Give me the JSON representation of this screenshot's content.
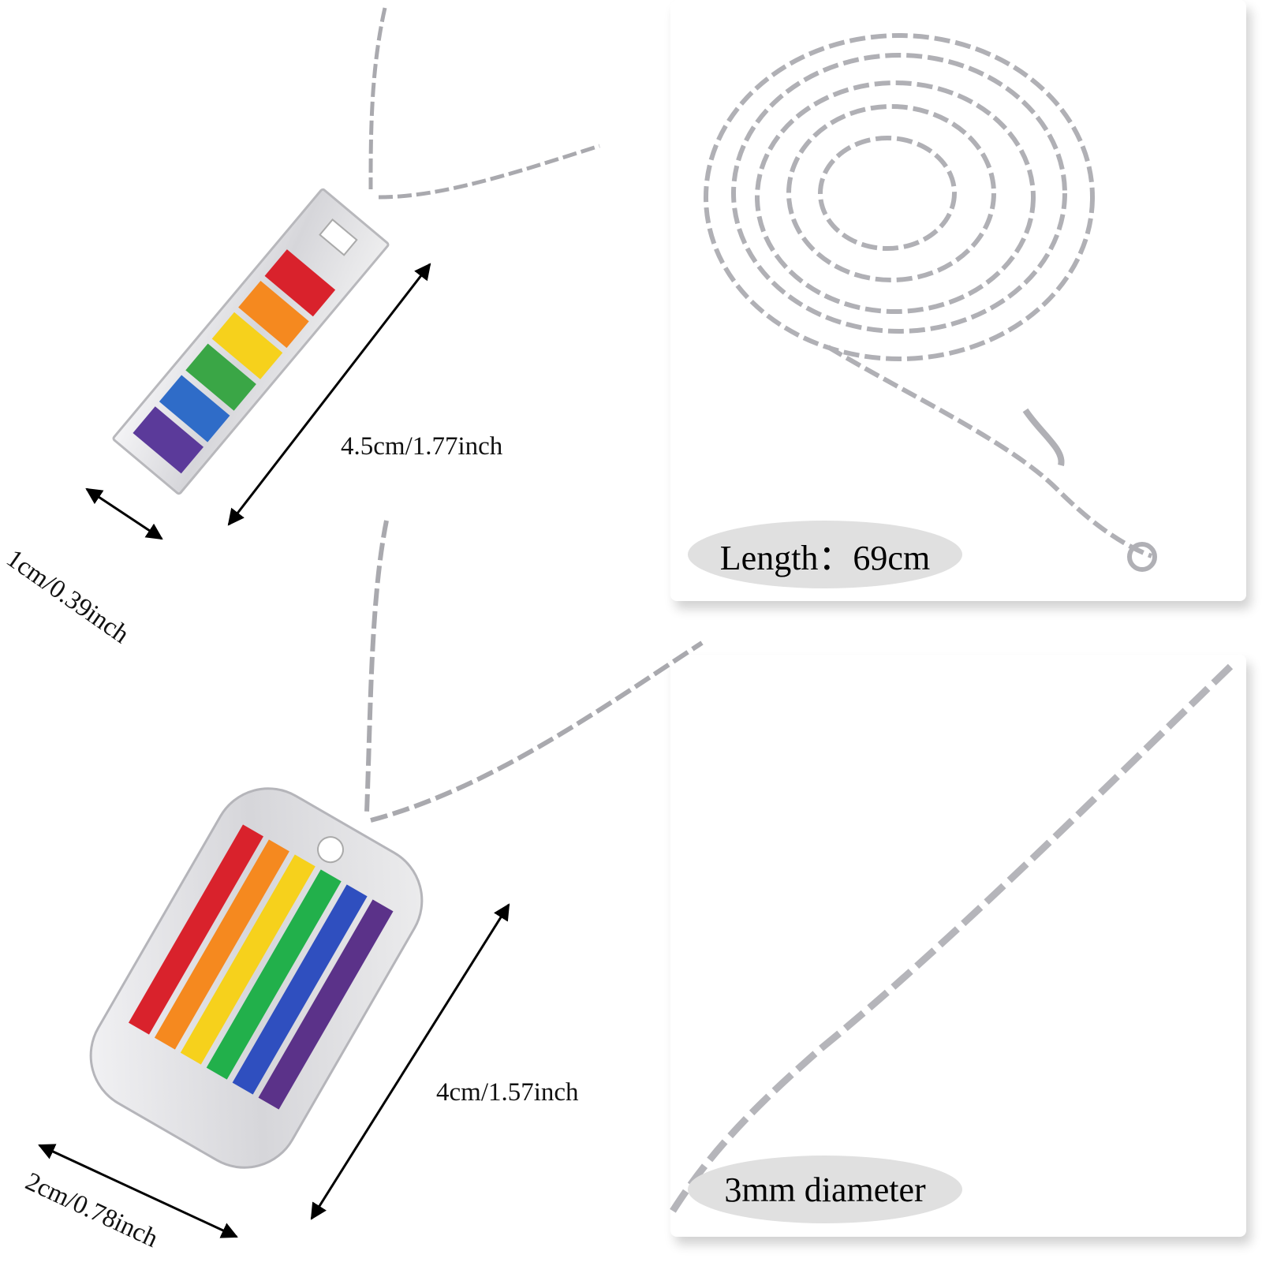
{
  "labels": {
    "pendant1_length": "4.5cm/1.77inch",
    "pendant1_width": "1cm/0.39inch",
    "pendant2_length": "4cm/1.57inch",
    "pendant2_width": "2cm/0.78inch",
    "chain_length": "Length：69cm",
    "chain_diameter": "3mm diameter"
  },
  "colors": {
    "stripes": [
      "#5b3a9a",
      "#2f6cc8",
      "#3aa646",
      "#f6d11c",
      "#f5891f",
      "#d9222c"
    ],
    "stripes_tag": [
      "#d9222c",
      "#f5891f",
      "#f6d11c",
      "#22b04b",
      "#2f4fbf",
      "#5b3289"
    ]
  }
}
